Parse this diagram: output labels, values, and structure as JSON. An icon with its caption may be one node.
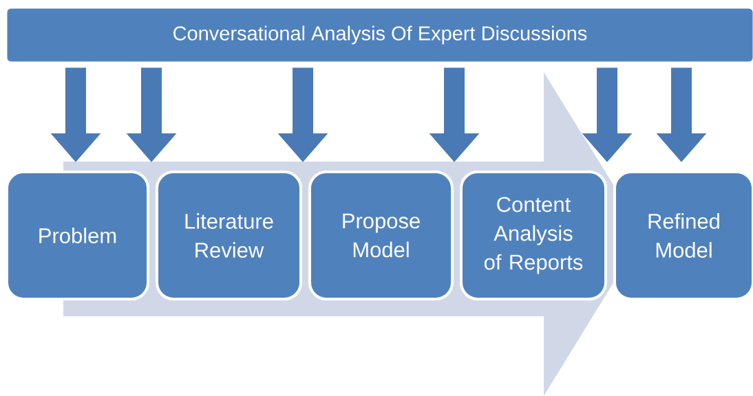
{
  "diagram": {
    "nodes": [
      {
        "text": [
          "Conversational Analysis Of Expert Discussions"
        ]
      },
      {
        "text": [
          "Problem"
        ]
      },
      {
        "text": [
          "Literature Review"
        ]
      },
      {
        "text": [
          "Propose Model"
        ]
      },
      {
        "text": [
          "Content Analysis of Reports"
        ]
      },
      {
        "text": [
          "Refined Model"
        ]
      }
    ],
    "edges": [
      {
        "from": 0,
        "to": 1,
        "arrow": "to"
      },
      {
        "from": 0,
        "to": 2,
        "arrow": "to"
      },
      {
        "from": 0,
        "to": 3,
        "arrow": "to"
      },
      {
        "from": 0,
        "to": 4,
        "arrow": "to"
      },
      {
        "from": 0,
        "to": 5,
        "arrow": "to"
      },
      {
        "from": 0,
        "to": 5,
        "arrow": "to"
      }
    ]
  }
}
